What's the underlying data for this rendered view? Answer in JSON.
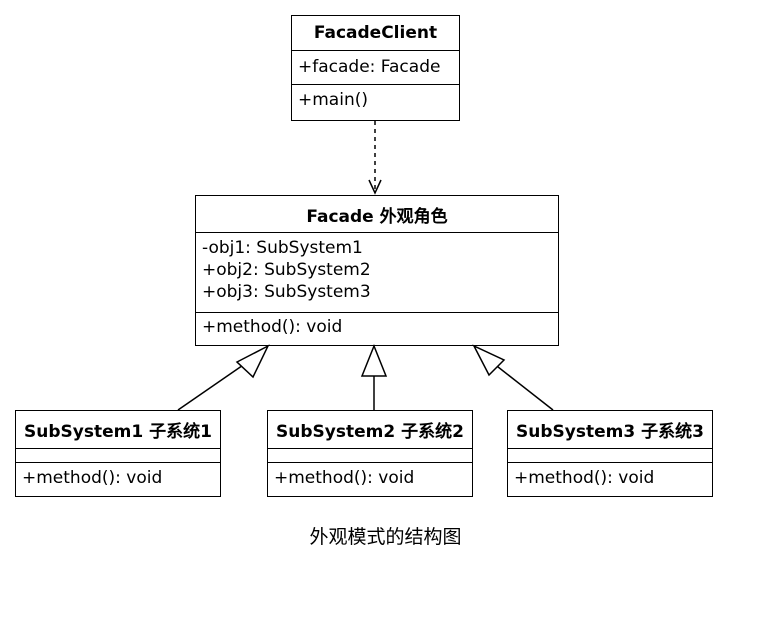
{
  "facade_client": {
    "name": "FacadeClient",
    "attributes": [
      "+facade: Facade"
    ],
    "operations": [
      "+main()"
    ]
  },
  "facade": {
    "name": "Facade 外观角色",
    "attributes": [
      "-obj1: SubSystem1",
      "+obj2: SubSystem2",
      "+obj3: SubSystem3"
    ],
    "operations": [
      "+method(): void"
    ]
  },
  "subsystems": [
    {
      "name": "SubSystem1 子系统1",
      "attributes": [],
      "operations": [
        "+method(): void"
      ]
    },
    {
      "name": "SubSystem2 子系统2",
      "attributes": [],
      "operations": [
        "+method(): void"
      ]
    },
    {
      "name": "SubSystem3 子系统3",
      "attributes": [],
      "operations": [
        "+method(): void"
      ]
    }
  ],
  "caption": "外观模式的结构图"
}
